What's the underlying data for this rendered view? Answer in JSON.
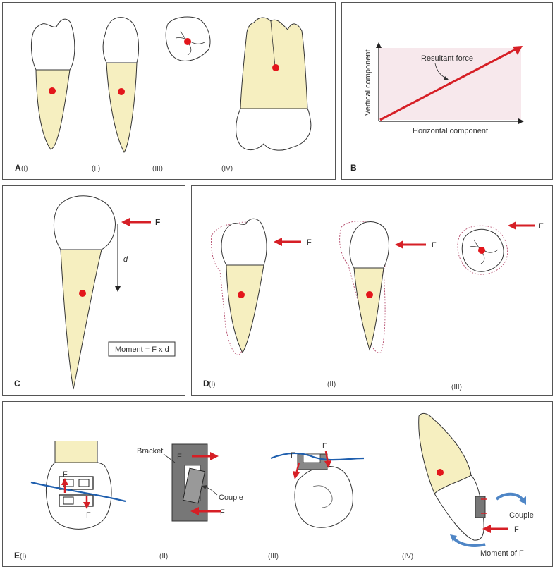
{
  "panel_a": {
    "letter": "A",
    "sub_labels": [
      "(I)",
      "(II)",
      "(III)",
      "(IV)"
    ]
  },
  "panel_b": {
    "letter": "B",
    "vertical_label": "Vertical component",
    "horizontal_label": "Horizontal component",
    "resultant_label": "Resultant force"
  },
  "panel_c": {
    "letter": "C",
    "force_label": "F",
    "distance_label": "d",
    "moment_box": "Moment = F x d"
  },
  "panel_d": {
    "letter": "D",
    "sub_labels": [
      "(I)",
      "(II)",
      "(III)"
    ],
    "force_labels": [
      "F",
      "F",
      "F"
    ]
  },
  "panel_e": {
    "letter": "E",
    "sub_labels": [
      "(I)",
      "(II)",
      "(III)",
      "(IV)"
    ],
    "i_force_top": "F",
    "i_force_bottom": "F",
    "ii_bracket": "Bracket",
    "ii_couple": "Couple",
    "ii_force_top": "F",
    "ii_force_bottom": "F",
    "iii_force_left": "F",
    "iii_force_right": "F",
    "iv_couple": "Couple",
    "iv_force": "F",
    "iv_moment": "Moment of F"
  },
  "colors": {
    "crown": "#ffffff",
    "root": "#f6efc0",
    "force_arrow": "#d61f26",
    "wire": "#1f5fae",
    "centre": "#e3161b",
    "outline": "#333333",
    "shaded": "#f7e8ec"
  }
}
